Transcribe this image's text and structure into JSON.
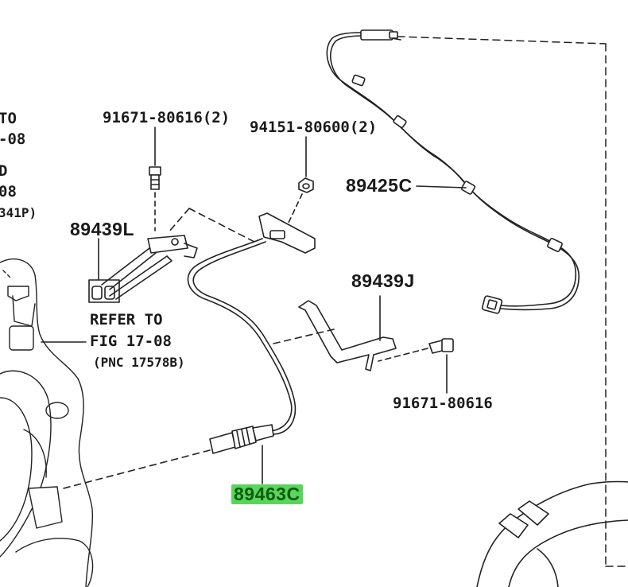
{
  "part_numbers": {
    "bolt_upper": "91671-80616(2)",
    "nut_upper": "94151-80600(2)",
    "wire_89425C": "89425C",
    "sensor_89439L": "89439L",
    "bracket_89439J": "89439J",
    "bolt_lower": "91671-80616",
    "oxygen_sensor": "89463C"
  },
  "references": {
    "fig_a_line1": "TO",
    "fig_a_line2": "-08",
    "fig_b_line1": "D",
    "fig_b_line2": "08",
    "fig_b_line3": "341P)",
    "refer_line1": "REFER TO",
    "refer_line2": "FIG 17-08",
    "refer_line3": "(PNC 17578B)"
  },
  "highlight_color": "#58d65a"
}
